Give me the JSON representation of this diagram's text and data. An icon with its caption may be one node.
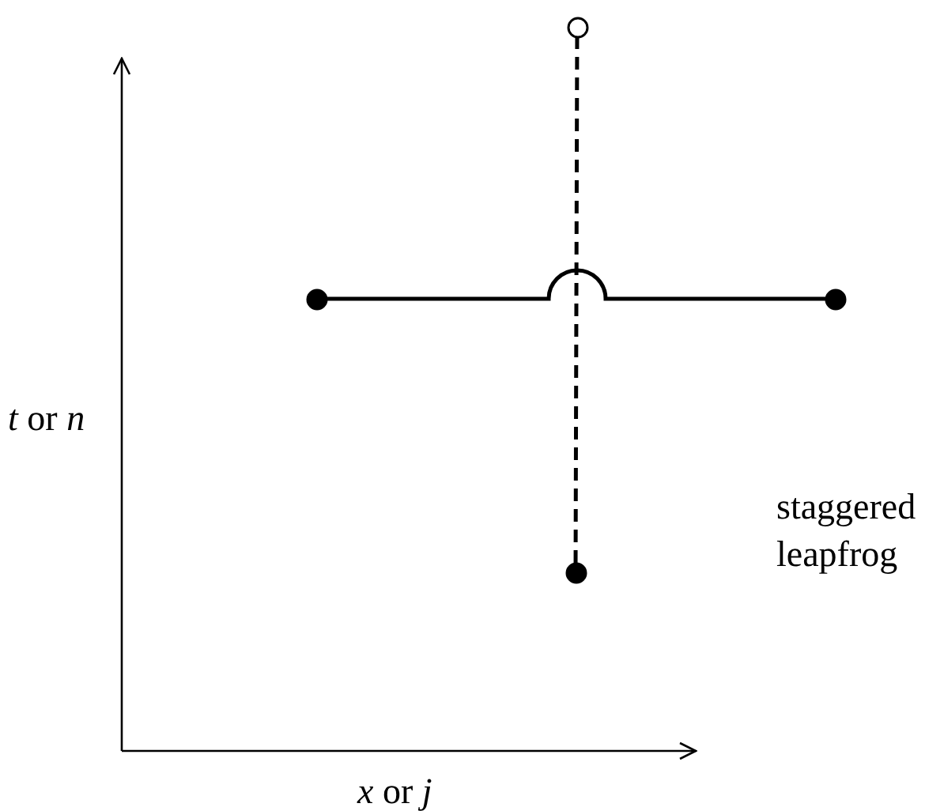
{
  "diagram": {
    "nodes": [
      {
        "text": [],
        "shape": "circle"
      },
      {
        "text": [],
        "shape": "circle"
      },
      {
        "text": [],
        "shape": "circle"
      },
      {
        "text": [],
        "shape": "circle"
      }
    ],
    "edges": [
      {
        "from": 1,
        "to": 2,
        "arrow": "none"
      },
      {
        "from": 0,
        "to": 3,
        "arrow": "none",
        "style": "dashed"
      }
    ],
    "labels": [
      "*t* or *n*",
      "*x* or *j*",
      "staggered leapfrog"
    ]
  }
}
